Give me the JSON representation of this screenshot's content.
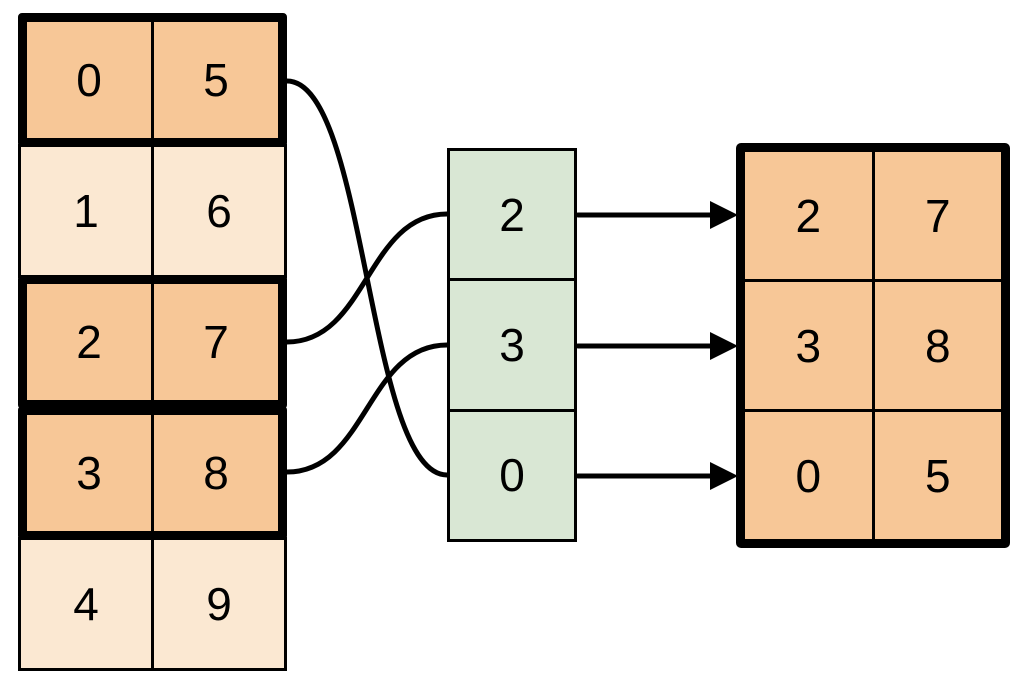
{
  "diagram": {
    "source_table": {
      "rows": [
        {
          "cells": [
            "0",
            "5"
          ],
          "highlighted": true
        },
        {
          "cells": [
            "1",
            "6"
          ],
          "highlighted": false
        },
        {
          "cells": [
            "2",
            "7"
          ],
          "highlighted": true
        },
        {
          "cells": [
            "3",
            "8"
          ],
          "highlighted": true
        },
        {
          "cells": [
            "4",
            "9"
          ],
          "highlighted": false
        }
      ]
    },
    "index_column": {
      "values": [
        "2",
        "3",
        "0"
      ]
    },
    "result_table": {
      "rows": [
        {
          "cells": [
            "2",
            "7"
          ]
        },
        {
          "cells": [
            "3",
            "8"
          ]
        },
        {
          "cells": [
            "0",
            "5"
          ]
        }
      ]
    },
    "links": {
      "curves": [
        {
          "from_source_row": 0,
          "to_index_value": "0"
        },
        {
          "from_source_row": 2,
          "to_index_value": "2"
        },
        {
          "from_source_row": 3,
          "to_index_value": "3"
        }
      ],
      "arrows": [
        {
          "from_index_value": "2",
          "to_result_row": 0
        },
        {
          "from_index_value": "3",
          "to_result_row": 1
        },
        {
          "from_index_value": "0",
          "to_result_row": 2
        }
      ]
    },
    "colors": {
      "highlight_fill": "#F7C797",
      "plain_fill": "#FBE8D2",
      "index_fill": "#D9E7D4",
      "stroke": "#000000",
      "background": "#FFFFFF"
    }
  }
}
